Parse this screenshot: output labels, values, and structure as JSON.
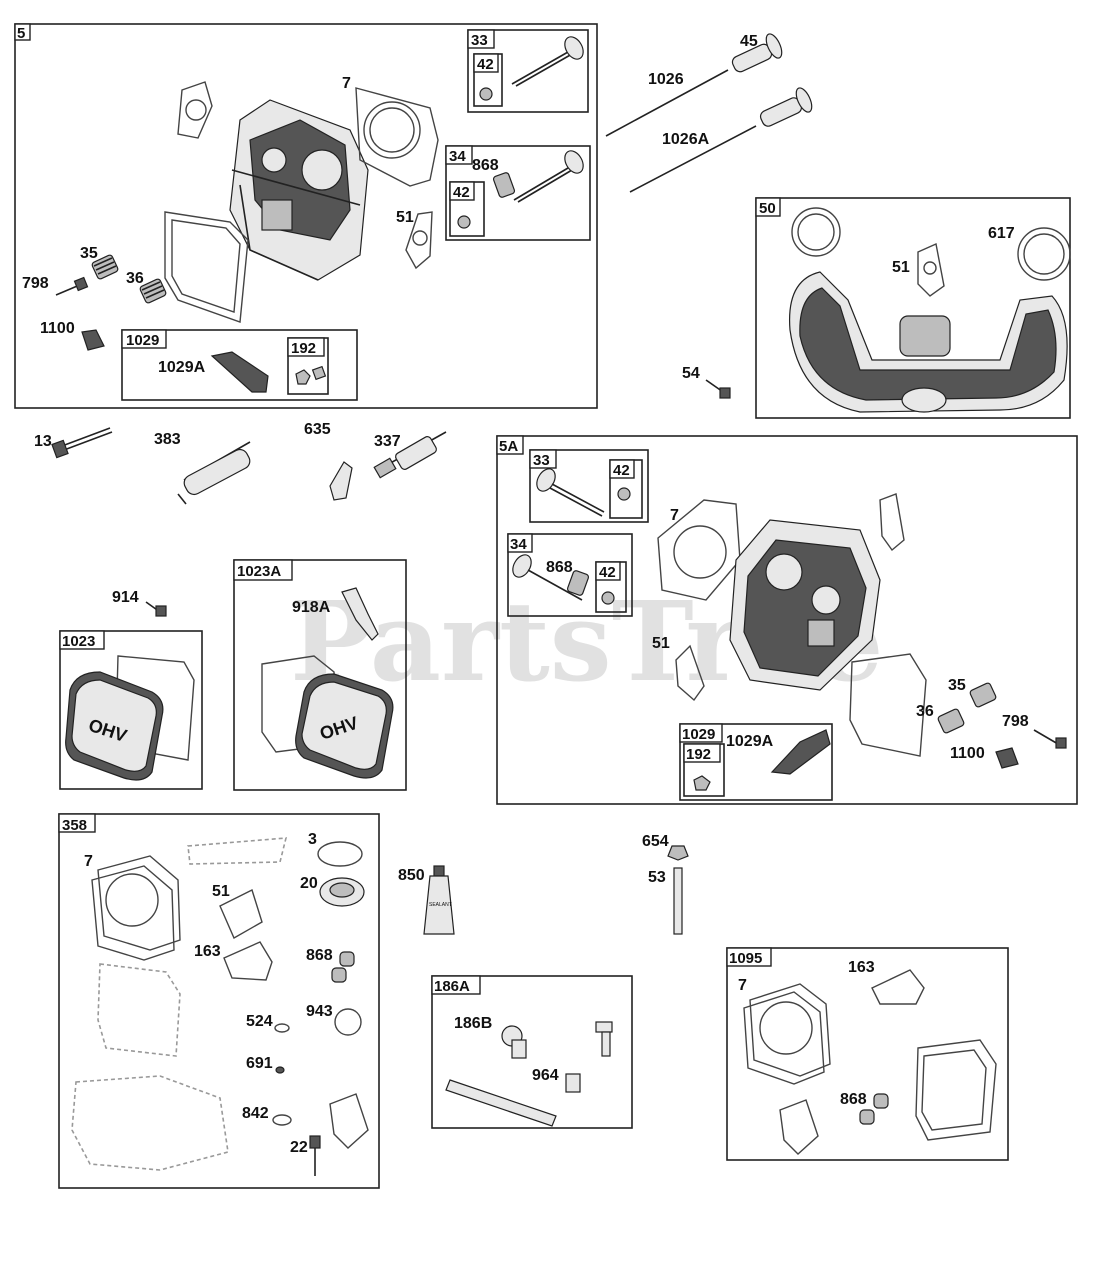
{
  "watermark": "PartsTree",
  "groups": {
    "g5": "5",
    "g33": "33",
    "g42a": "42",
    "g34": "34",
    "g42b": "42",
    "g50": "50",
    "g1029": "1029",
    "g192": "192",
    "g5A": "5A",
    "g33b": "33",
    "g42c": "42",
    "g34b": "34",
    "g42d": "42",
    "g1029b": "1029",
    "g192b": "192",
    "g1023A": "1023A",
    "g1023": "1023",
    "g358": "358",
    "g186A": "186A",
    "g1095": "1095"
  },
  "labels": {
    "p7a": "7",
    "p868a": "868",
    "p51a": "51",
    "p35a": "35",
    "p36a": "36",
    "p798a": "798",
    "p1100a": "1100",
    "p1029Aa": "1029A",
    "p45": "45",
    "p1026": "1026",
    "p1026A": "1026A",
    "p617": "617",
    "p51b": "51",
    "p54": "54",
    "p13": "13",
    "p383": "383",
    "p635": "635",
    "p337": "337",
    "p7b": "7",
    "p868b": "868",
    "p51c": "51",
    "p35b": "35",
    "p36b": "36",
    "p798b": "798",
    "p1100b": "1100",
    "p1029Ab": "1029A",
    "p914": "914",
    "p918A": "918A",
    "p7c": "7",
    "p3": "3",
    "p20": "20",
    "p51d": "51",
    "p163a": "163",
    "p868c": "868",
    "p524": "524",
    "p943": "943",
    "p691": "691",
    "p842": "842",
    "p22": "22",
    "p850": "850",
    "p654": "654",
    "p53": "53",
    "p186B": "186B",
    "p964": "964",
    "p7d": "7",
    "p163b": "163",
    "p868d": "868"
  },
  "cover_text": "OHV",
  "sealant_text": "SEALANT"
}
